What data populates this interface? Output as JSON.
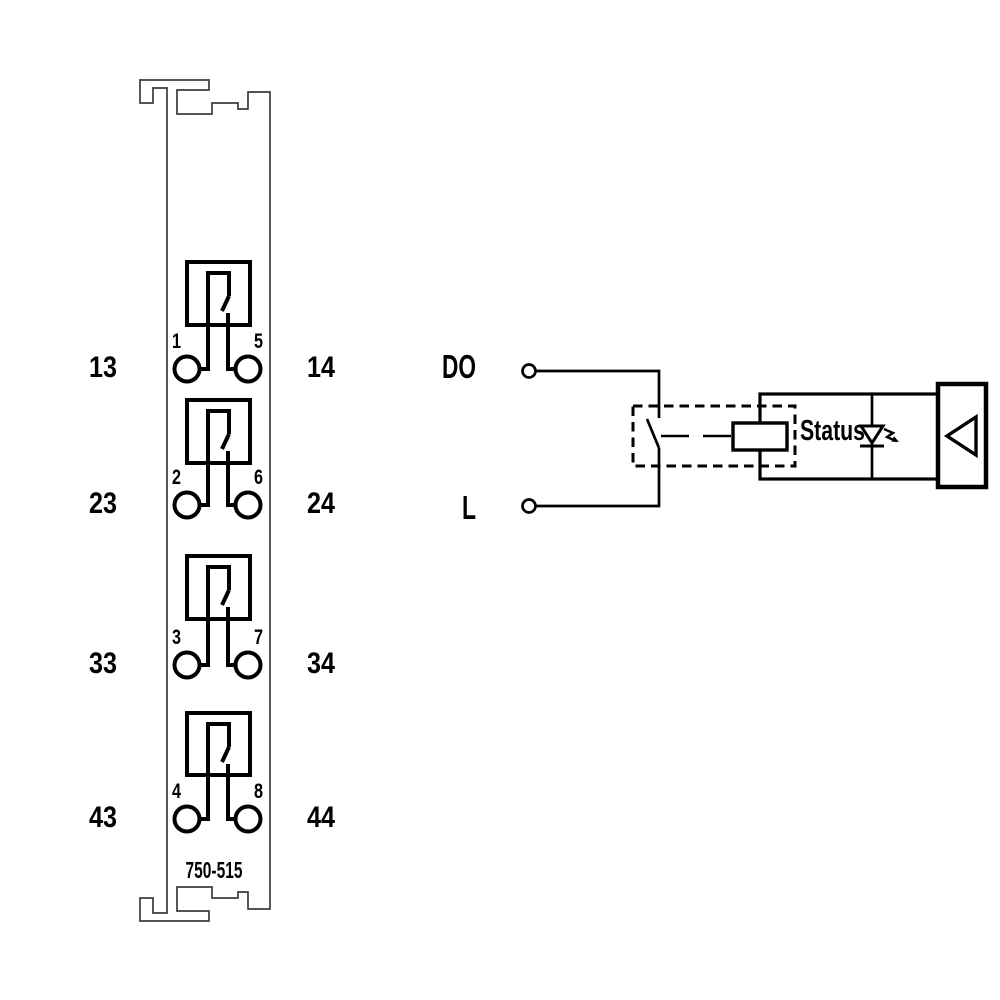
{
  "module": {
    "part_number": "750-515",
    "channels": [
      {
        "pin_left": "1",
        "pin_right": "5",
        "terminal_left": "13",
        "terminal_right": "14"
      },
      {
        "pin_left": "2",
        "pin_right": "6",
        "terminal_left": "23",
        "terminal_right": "24"
      },
      {
        "pin_left": "3",
        "pin_right": "7",
        "terminal_left": "33",
        "terminal_right": "34"
      },
      {
        "pin_left": "4",
        "pin_right": "8",
        "terminal_left": "43",
        "terminal_right": "44"
      }
    ]
  },
  "schematic": {
    "output_label": "DO",
    "supply_label": "L",
    "led_label": "Status"
  },
  "icons": {
    "relay_contact": "relay-contact-icon",
    "terminal": "terminal-circle-icon",
    "switch": "switch-contact-icon",
    "coil": "relay-coil-icon",
    "led": "led-diode-icon",
    "led_flash": "led-light-flash-icon",
    "driver": "output-driver-triangle-icon"
  },
  "colors": {
    "schematic_line": "#000000",
    "module_outline": "#3c3c3c",
    "background": "#ffffff"
  }
}
